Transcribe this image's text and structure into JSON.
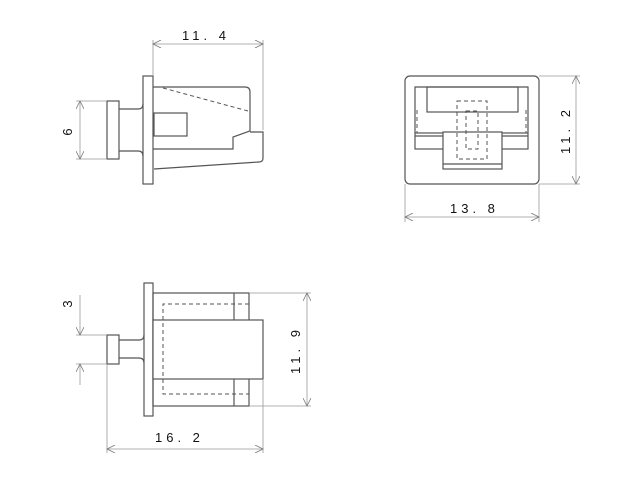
{
  "drawing": {
    "side_view": {
      "width_label": "11. 4",
      "knob_height_label": "6"
    },
    "front_view": {
      "height_label": "11. 2",
      "width_label": "13. 8"
    },
    "top_view": {
      "knob_height_label": "3",
      "height_label": "11. 9",
      "length_label": "16. 2"
    }
  }
}
